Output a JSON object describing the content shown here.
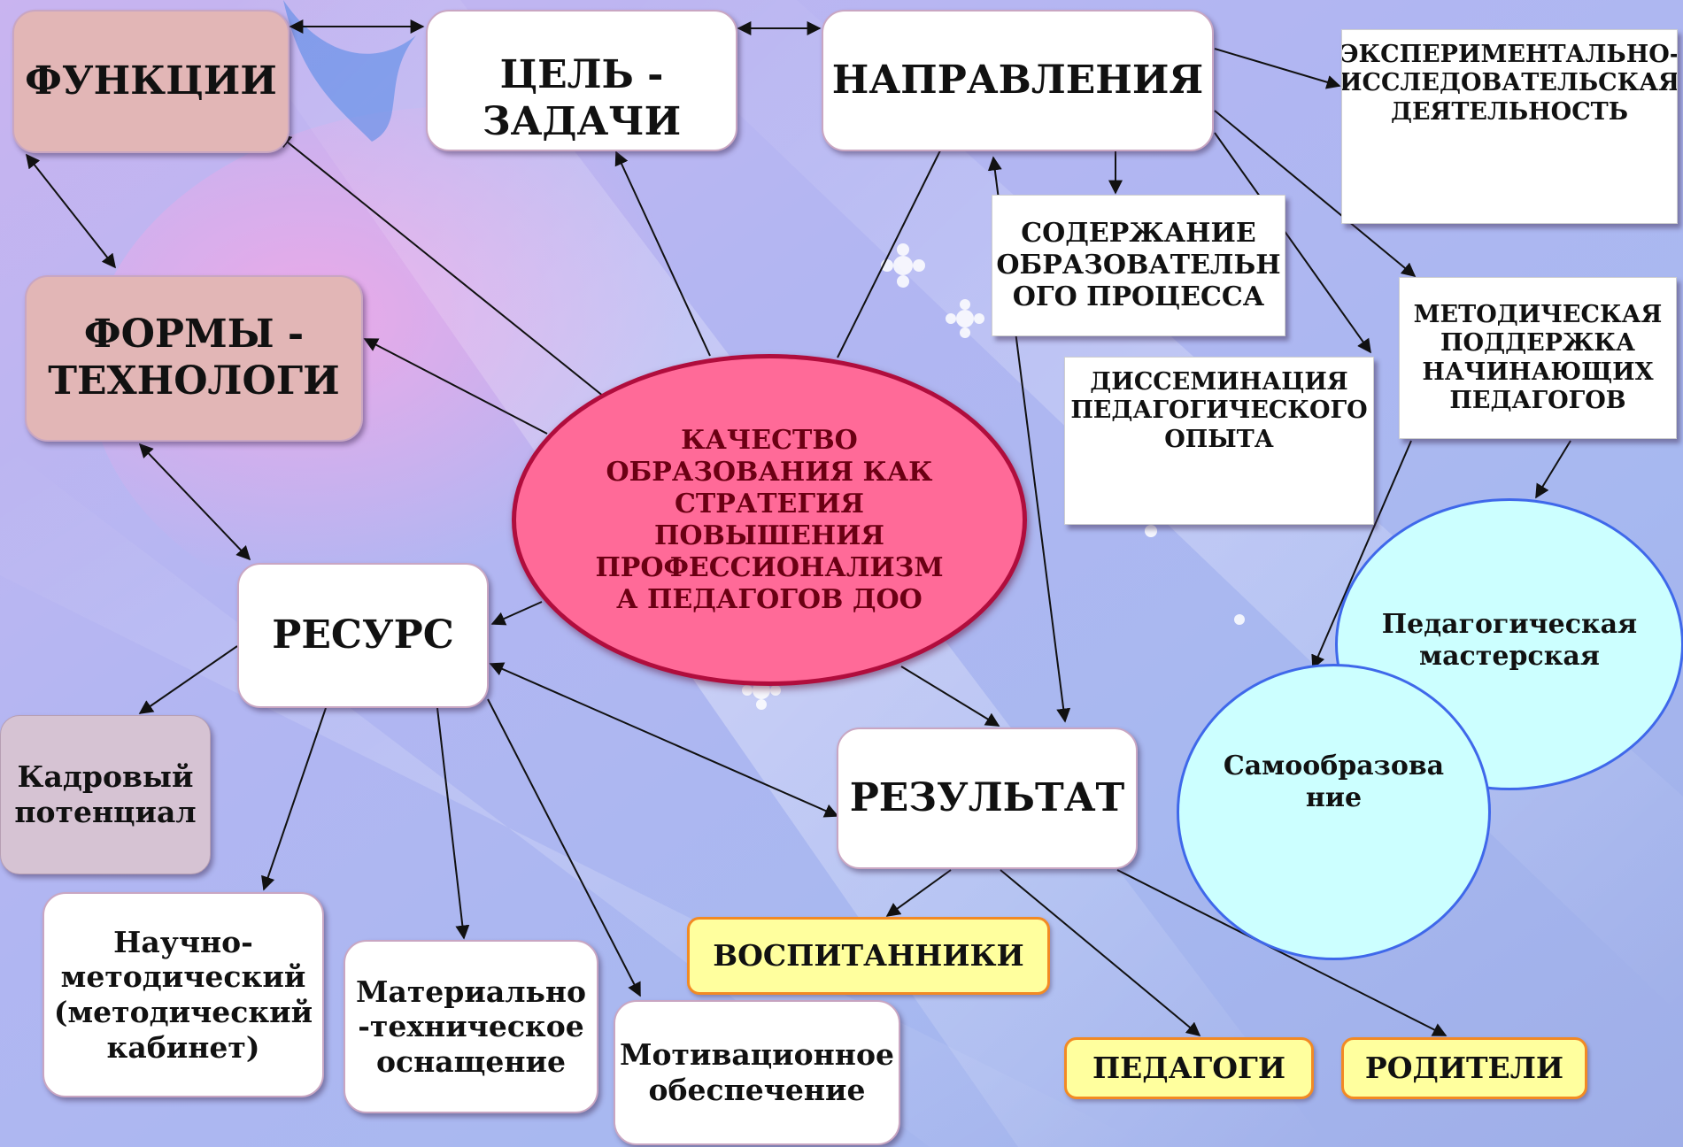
{
  "colors": {
    "background": "#b7b6ef",
    "center_fill": "#ff6a98",
    "center_border": "#b00d3d",
    "pink_box": "#e2b6b6",
    "lilac_box": "#d6c3d3",
    "yellow_box": "#ffff9e",
    "yellow_border": "#f28a24",
    "circle_fill": "#ccffff",
    "circle_border": "#3f68ea",
    "arrow": "#111111"
  },
  "nodes": {
    "functions": "ФУНКЦИИ",
    "goal_tasks": "ЦЕЛЬ -\nЗАДАЧИ",
    "directions": "НАПРАВЛЕНИЯ",
    "experimental_research": "ЭКСПЕРИМЕНТАЛЬНО-\nИССЛЕДОВАТЕЛЬСКАЯ\nДЕЯТЕЛЬНОСТЬ",
    "education_content": "СОДЕРЖАНИЕ\nОБРАЗОВАТЕЛЬН\nОГО ПРОЦЕССА",
    "methodical_support": "МЕТОДИЧЕСКАЯ\nПОДДЕРЖКА\nНАЧИНАЮЩИХ\nПЕДАГОГОВ",
    "dissemination": "ДИССЕМИНАЦИЯ\nПЕДАГОГИЧЕСКОГО\nОПЫТА",
    "forms_technologies": "ФОРМЫ -\nТЕХНОЛОГИ",
    "center": "КАЧЕСТВО\nОБРАЗОВАНИЯ КАК\nСТРАТЕГИЯ\nПОВЫШЕНИЯ\nПРОФЕССИОНАЛИЗМ\nА ПЕДАГОГОВ ДОО",
    "resource": "РЕСУРС",
    "pedagogical_workshop": "Педагогическая\nмастерская",
    "self_education": "Самообразова\nние",
    "personnel": "Кадровый\nпотенциал",
    "scientific_methodical": "Научно-\nметодический\n(методический\nкабинет)",
    "material_technical": "Материально\n-техническое\nоснащение",
    "motivational": "Мотивационное\nобеспечение",
    "result": "РЕЗУЛЬТАТ",
    "pupils": "ВОСПИТАННИКИ",
    "teachers": "ПЕДАГОГИ",
    "parents": "РОДИТЕЛИ"
  }
}
